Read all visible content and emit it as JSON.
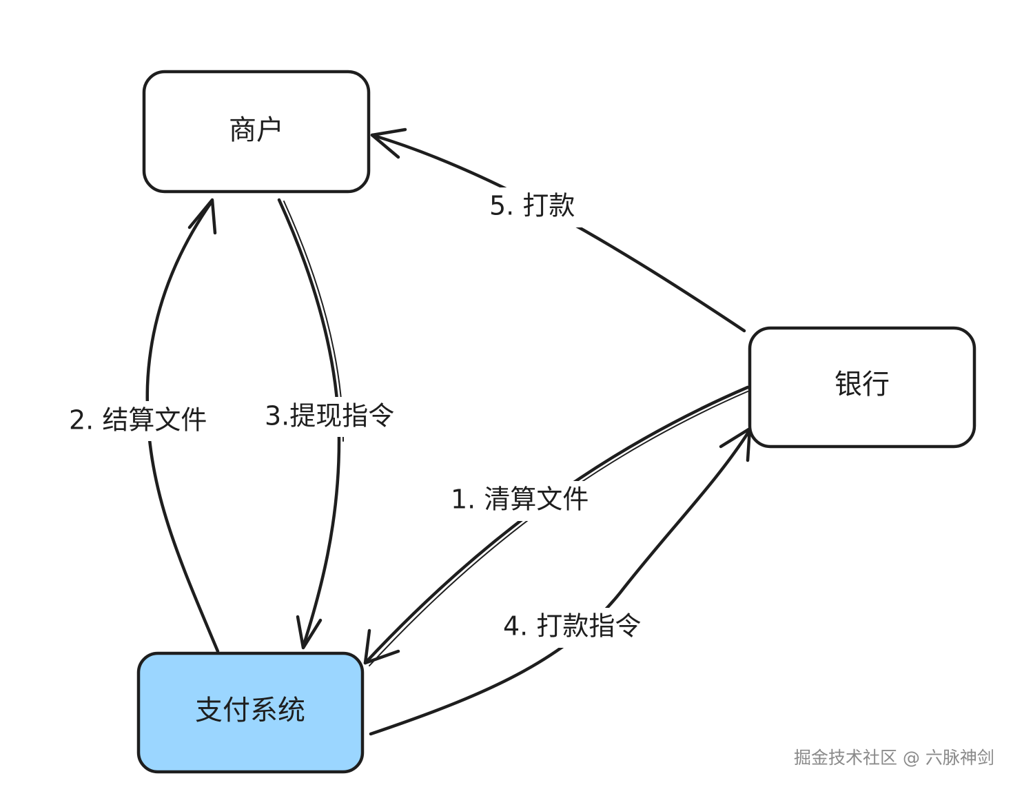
{
  "nodes": {
    "merchant": {
      "label": "商户",
      "fill": "#ffffff"
    },
    "bank": {
      "label": "银行",
      "fill": "#ffffff"
    },
    "payment_system": {
      "label": "支付系统",
      "fill": "#9bd6ff"
    }
  },
  "edges": {
    "step1": {
      "label": "1. 清算文件",
      "from": "银行",
      "to": "支付系统"
    },
    "step2": {
      "label": "2. 结算文件",
      "from": "支付系统",
      "to": "商户"
    },
    "step3": {
      "label": "3.提现指令",
      "from": "商户",
      "to": "支付系统"
    },
    "step4": {
      "label": "4. 打款指令",
      "from": "支付系统",
      "to": "银行"
    },
    "step5": {
      "label": "5. 打款",
      "from": "银行",
      "to": "商户"
    }
  },
  "watermark": "掘金技术社区 @ 六脉神剑",
  "colors": {
    "stroke": "#1e1e1e",
    "highlight": "#9bd6ff",
    "background": "#ffffff"
  }
}
